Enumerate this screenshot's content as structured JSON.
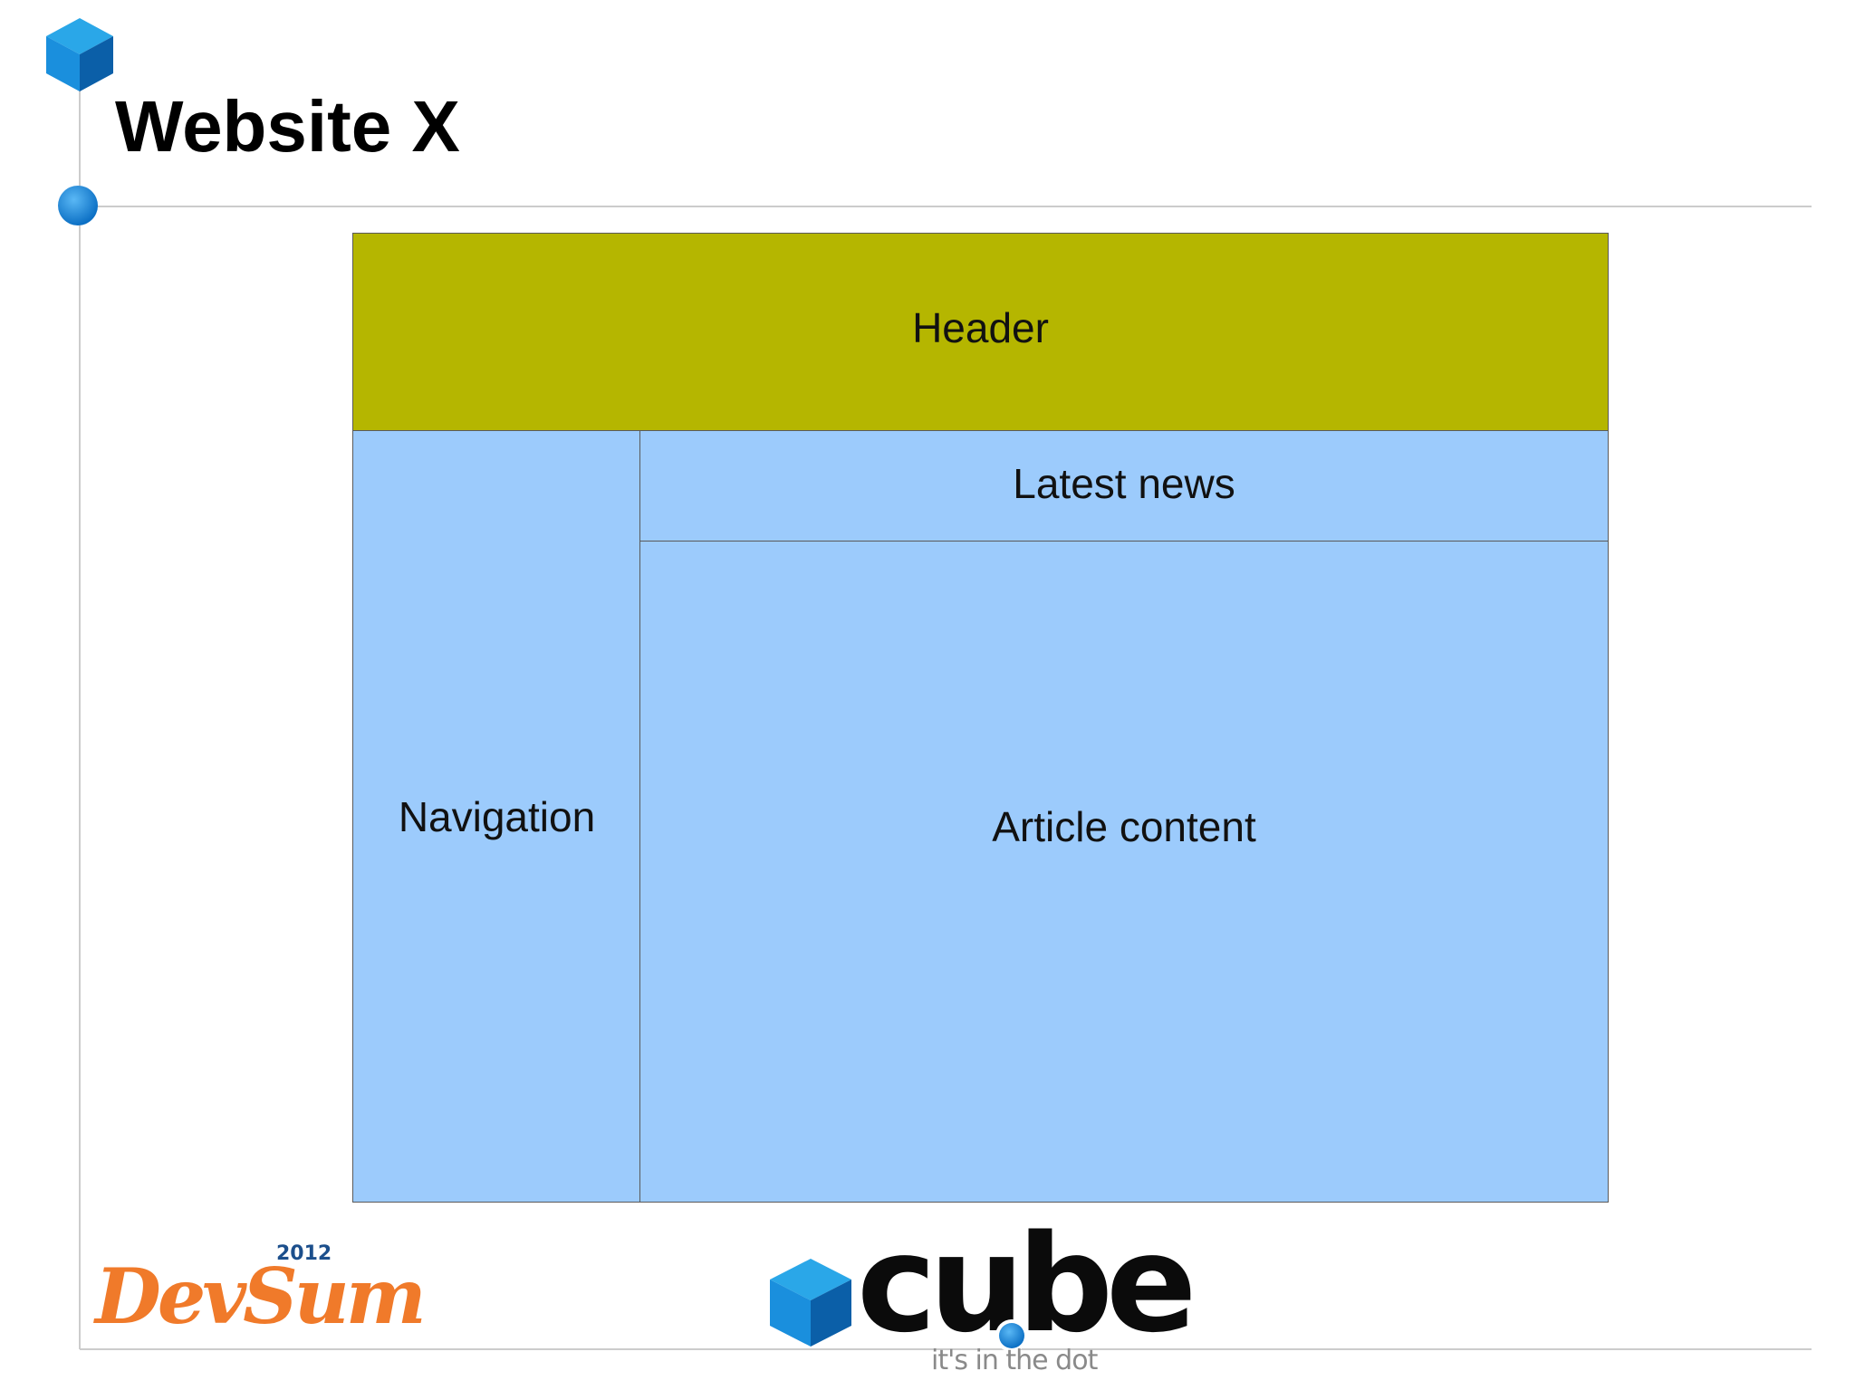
{
  "slide": {
    "title": "Website X"
  },
  "layout_diagram": {
    "header_label": "Header",
    "navigation_label": "Navigation",
    "latest_news_label": "Latest news",
    "article_content_label": "Article content",
    "header_color": "#b5b600",
    "section_color": "#9ccbfc"
  },
  "footer": {
    "devsum_logo_text": "DevSum",
    "devsum_logo_year": "2012",
    "cube_logo_text": "cube",
    "cube_logo_tagline": "it's in the dot",
    "devsum_color": "#f07a2a",
    "cube_accent_color": "#1a8fdd"
  },
  "decor": {
    "accent_color": "#1a8fdd",
    "rule_color": "#cccccc"
  }
}
